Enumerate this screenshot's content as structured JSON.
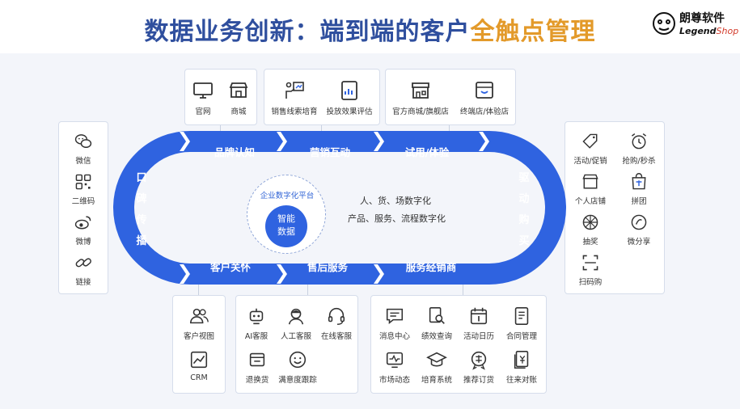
{
  "header": {
    "title_part1": "数据业务创新：",
    "title_part2": "端到端的客户",
    "title_part3": "全触点管理",
    "logo_name": "朗尊软件",
    "logo_sub_a": "Legend",
    "logo_sub_b": "Shop"
  },
  "top_groups": {
    "g1": [
      "官网",
      "商城"
    ],
    "g2": [
      "销售线索培育",
      "投放效果评估"
    ],
    "g3": [
      "官方商城/旗舰店",
      "终端店/体验店"
    ]
  },
  "left_group": [
    "微信",
    "二维码",
    "微博",
    "链接"
  ],
  "right_group": [
    "活动/促销",
    "抢购/秒杀",
    "个人店铺",
    "拼团",
    "抽奖",
    "微分享",
    "扫码购"
  ],
  "bottom_groups": {
    "g1": [
      "客户视图",
      "CRM"
    ],
    "g2": [
      "AI客服",
      "人工客服",
      "在线客服",
      "退换货",
      "满意度跟踪"
    ],
    "g3": [
      "消息中心",
      "绩效查询",
      "活动日历",
      "合同管理",
      "市场动态",
      "培育系统",
      "推荐订货",
      "往来对账"
    ]
  },
  "flow": {
    "top_stages": [
      "品牌认知",
      "营销互动",
      "试用/体验"
    ],
    "bottom_stages": [
      "客户关怀",
      "售后服务",
      "服务经销商"
    ],
    "left_vertical": [
      "口",
      "碑",
      "传",
      "播"
    ],
    "right_vertical": [
      "驱",
      "动",
      "购",
      "买"
    ],
    "center_title": "企业数字化平台",
    "center_core_1": "智能",
    "center_core_2": "数据",
    "desc_line1": "人、货、场数字化",
    "desc_line2": "产品、服务、流程数字化"
  },
  "colors": {
    "flow_blue": "#2f63e0",
    "title_blue": "#2f4f9e",
    "title_orange": "#e39a2a"
  }
}
